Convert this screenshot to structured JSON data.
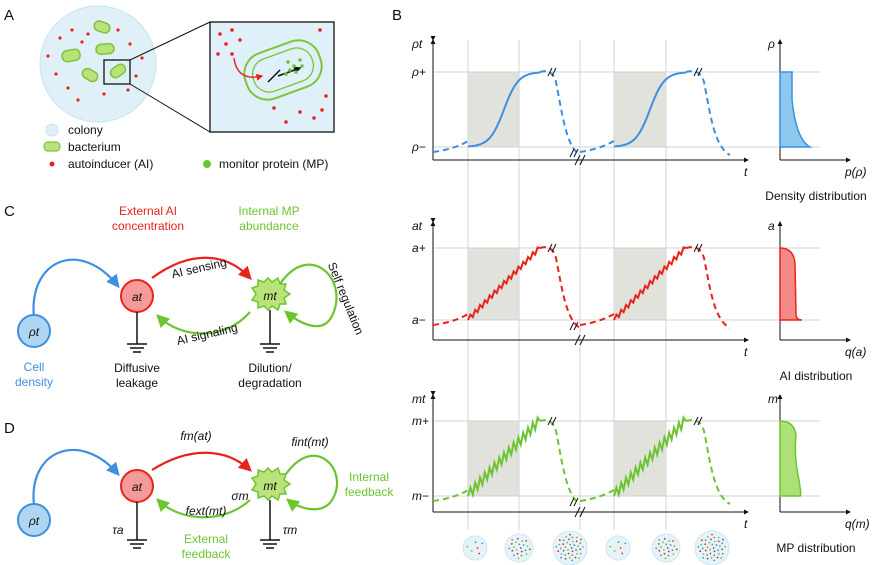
{
  "panels": {
    "a": "A",
    "b": "B",
    "c": "C",
    "d": "D"
  },
  "legend": {
    "colony": "colony",
    "bacterium": "bacterium",
    "autoinducer": "autoinducer (AI)",
    "monitor": "monitor protein (MP)"
  },
  "colors": {
    "red": "#e8231a",
    "green": "#6cc431",
    "blue": "#3d8fe0",
    "shade": "#d8d8d2"
  },
  "plots": {
    "density": {
      "ylabel": "ρt",
      "top": "ρ+",
      "bottom": "ρ−",
      "xlabel": "t",
      "dist_y": "ρ",
      "dist_x": "p(ρ)",
      "title": "Density distribution"
    },
    "ai": {
      "ylabel": "at",
      "top": "a+",
      "bottom": "a−",
      "xlabel": "t",
      "dist_y": "a",
      "dist_x": "q(a)",
      "title": "AI distribution"
    },
    "mp": {
      "ylabel": "mt",
      "top": "m+",
      "bottom": "m−",
      "xlabel": "t",
      "dist_y": "m",
      "dist_x": "q(m)",
      "title": "MP distribution"
    }
  },
  "panel_c": {
    "ext_title_1": "External AI",
    "ext_title_2": "concentration",
    "int_title_1": "Internal MP",
    "int_title_2": "abundance",
    "ai_sensing": "AI sensing",
    "ai_signaling": "AI signaling",
    "self_regulation": "Self regulation",
    "cell_1": "Cell",
    "cell_2": "density",
    "rho": "ρt",
    "a": "at",
    "m": "mt",
    "leak_1": "Diffusive",
    "leak_2": "leakage",
    "dil_1": "Dilution/",
    "dil_2": "degradation"
  },
  "panel_d": {
    "fm": "fm(at)",
    "fint": "fint(mt)",
    "fext": "fext(mt)",
    "sigma": "σm",
    "tau_a": "τa",
    "tau_m": "τm",
    "int_fb_1": "Internal",
    "int_fb_2": "feedback",
    "ext_fb_1": "External",
    "ext_fb_2": "feedback",
    "rho": "ρt",
    "a": "at",
    "m": "mt"
  }
}
